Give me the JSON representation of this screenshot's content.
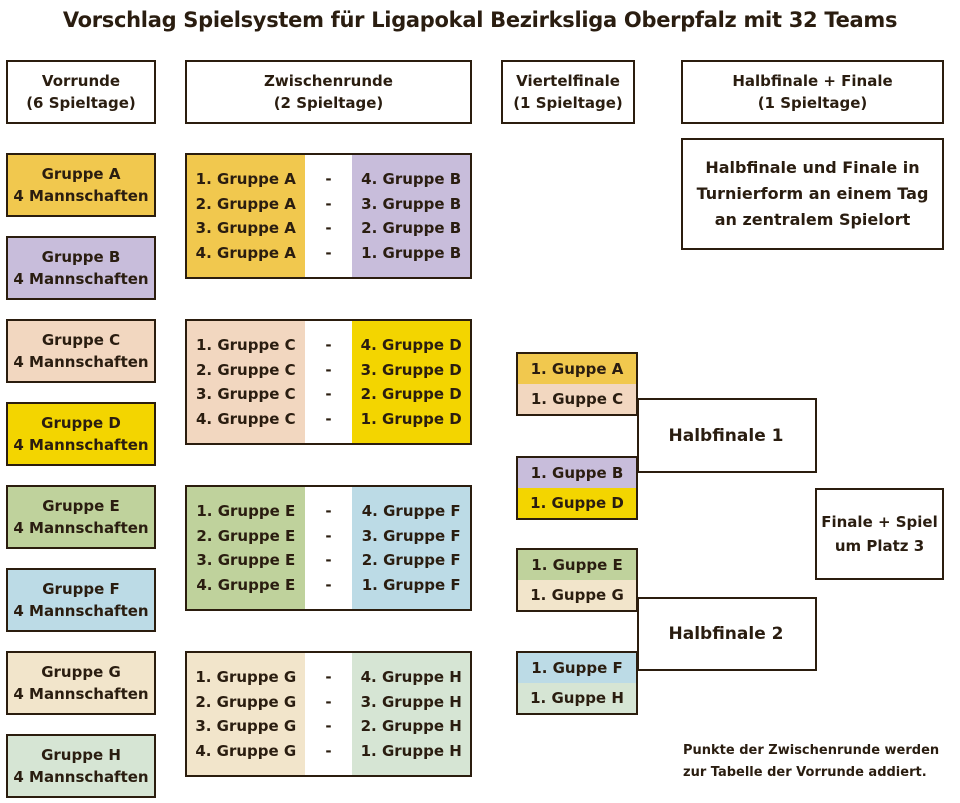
{
  "title": "Vorschlag Spielsystem für Ligapokal Bezirksliga Oberpfalz mit 32 Teams",
  "headers": [
    {
      "line1": "Vorrunde",
      "line2": "(6 Spieltage)"
    },
    {
      "line1": "Zwischenrunde",
      "line2": "(2 Spieltage)"
    },
    {
      "line1": "Viertelfinale",
      "line2": "(1 Spieltage)"
    },
    {
      "line1": "Halbfinale + Finale",
      "line2": "(1 Spieltage)"
    }
  ],
  "colors": {
    "A": "#f1c84e",
    "B": "#c8bddb",
    "C": "#f2d7c0",
    "D": "#f3d500",
    "E": "#bfd29c",
    "F": "#bcdbe6",
    "G": "#f2e5cb",
    "H": "#d6e5d4",
    "border": "#2b1d0e"
  },
  "groups": [
    {
      "name": "Gruppe A",
      "teams": "4 Mannschaften"
    },
    {
      "name": "Gruppe B",
      "teams": "4 Mannschaften"
    },
    {
      "name": "Gruppe C",
      "teams": "4 Mannschaften"
    },
    {
      "name": "Gruppe D",
      "teams": "4 Mannschaften"
    },
    {
      "name": "Gruppe E",
      "teams": "4 Mannschaften"
    },
    {
      "name": "Gruppe F",
      "teams": "4 Mannschaften"
    },
    {
      "name": "Gruppe G",
      "teams": "4 Mannschaften"
    },
    {
      "name": "Gruppe H",
      "teams": "4 Mannschaften"
    }
  ],
  "dash": "-",
  "zwischenrunde": [
    {
      "left": [
        "1. Gruppe A",
        "2. Gruppe A",
        "3. Gruppe A",
        "4. Gruppe A"
      ],
      "right": [
        "4. Gruppe B",
        "3. Gruppe B",
        "2. Gruppe B",
        "1. Gruppe B"
      ]
    },
    {
      "left": [
        "1. Gruppe C",
        "2. Gruppe C",
        "3. Gruppe C",
        "4. Gruppe C"
      ],
      "right": [
        "4. Gruppe D",
        "3. Gruppe D",
        "2. Gruppe D",
        "1. Gruppe D"
      ]
    },
    {
      "left": [
        "1. Gruppe E",
        "2. Gruppe E",
        "3. Gruppe E",
        "4. Gruppe E"
      ],
      "right": [
        "4. Gruppe F",
        "3. Gruppe F",
        "2. Gruppe F",
        "1. Gruppe F"
      ]
    },
    {
      "left": [
        "1. Gruppe G",
        "2. Gruppe G",
        "3. Gruppe G",
        "4. Gruppe G"
      ],
      "right": [
        "4. Gruppe H",
        "3. Gruppe H",
        "2. Gruppe H",
        "1. Gruppe H"
      ]
    }
  ],
  "viertelfinale": [
    [
      "1. Guppe A",
      "1. Guppe C"
    ],
    [
      "1. Guppe B",
      "1. Guppe D"
    ],
    [
      "1. Guppe E",
      "1. Guppe G"
    ],
    [
      "1. Guppe F",
      "1. Guppe H"
    ]
  ],
  "halbfinale_info": [
    "Halbfinale und Finale in",
    "Turnierform an einem Tag",
    "an zentralem Spielort"
  ],
  "halbfinale1": "Halbfinale 1",
  "halbfinale2": "Halbfinale 2",
  "finale": [
    "Finale + Spiel",
    "um Platz 3"
  ],
  "note": [
    "Punkte der Zwischenrunde werden",
    "zur Tabelle der Vorrunde addiert."
  ]
}
